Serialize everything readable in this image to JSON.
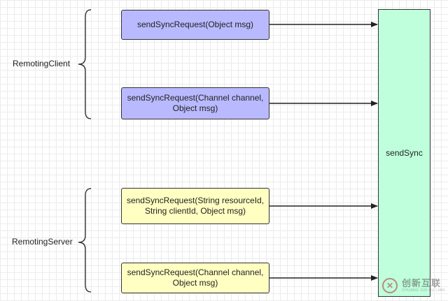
{
  "groups": {
    "client": {
      "label": "RemotingClient"
    },
    "server": {
      "label": "RemotingServer"
    }
  },
  "methods": {
    "client_1": "sendSyncRequest(Object msg)",
    "client_2": "sendSyncRequest(Channel channel, Object msg)",
    "server_1": "sendSyncRequest(String resourceId, String clientId, Object msg)",
    "server_2": "sendSyncRequest(Channel channel, Object msg)"
  },
  "target": {
    "label": "sendSync"
  },
  "colors": {
    "client_fill": "#b9b9ff",
    "server_fill": "#ffffc2",
    "target_fill": "#bfffdc",
    "stroke": "#333333"
  },
  "watermark": {
    "main": "创新互联",
    "sub": "CHUANG XIN HU LIAN"
  }
}
